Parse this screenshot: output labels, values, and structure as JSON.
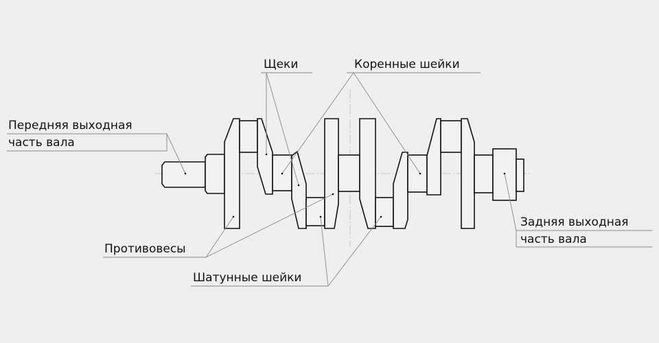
{
  "title": "Crankshaft parts diagram",
  "labels": {
    "cheeks": "Щеки",
    "main_journals": "Коренные шейки",
    "front_end_1": "Передняя выходная",
    "front_end_2": "часть вала",
    "counterweights": "Противовесы",
    "crankpins": "Шатунные шейки",
    "rear_end_1": "Задняя выходная",
    "rear_end_2": "часть вала"
  },
  "colors": {
    "background": "#efefef",
    "outline": "#111111",
    "leader": "#888888"
  }
}
